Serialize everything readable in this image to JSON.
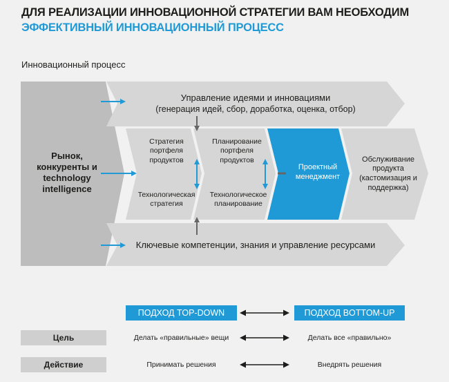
{
  "header": {
    "title_line1": "ДЛЯ РЕАЛИЗАЦИИ ИННОВАЦИОННОЙ СТРАТЕГИИ ВАМ НЕОБХОДИМ",
    "title_line2": "ЭФФЕКТИВНЫЙ ИННОВАЦИОННЫЙ ПРОЦЕСС",
    "subtitle": "Инновационный процесс"
  },
  "colors": {
    "accent": "#1f9ad6",
    "chevron_dark": "#bdbdbd",
    "chevron_light": "#d6d6d6",
    "background": "#f1f1f1"
  },
  "diagram": {
    "market": "Рынок, конкуренты и technology intelligence",
    "ideas_title": "Управление идеями и инновациями",
    "ideas_subtitle": "(генерация идей, сбор, доработка, оценка, отбор)",
    "portfolio_strategy": "Стратегия портфеля продуктов",
    "portfolio_planning": "Планирование портфеля продуктов",
    "tech_strategy": "Технологическая стратегия",
    "tech_planning": "Технологическое планирование",
    "project_management": "Проектный менеджмент",
    "product_service": "Обслуживание продукта (кастомизация и поддержка)",
    "competencies": "Ключевые компетенции, знания и управление ресурсами"
  },
  "approaches": {
    "top_down": "ПОДХОД TOP-DOWN",
    "bottom_up": "ПОДХОД BOTTOM-UP",
    "rows": [
      {
        "label": "Цель",
        "left": "Делать «правильные» вещи",
        "right": "Делать все «правильно»"
      },
      {
        "label": "Действие",
        "left": "Принимать решения",
        "right": "Внедрять решения"
      }
    ]
  }
}
